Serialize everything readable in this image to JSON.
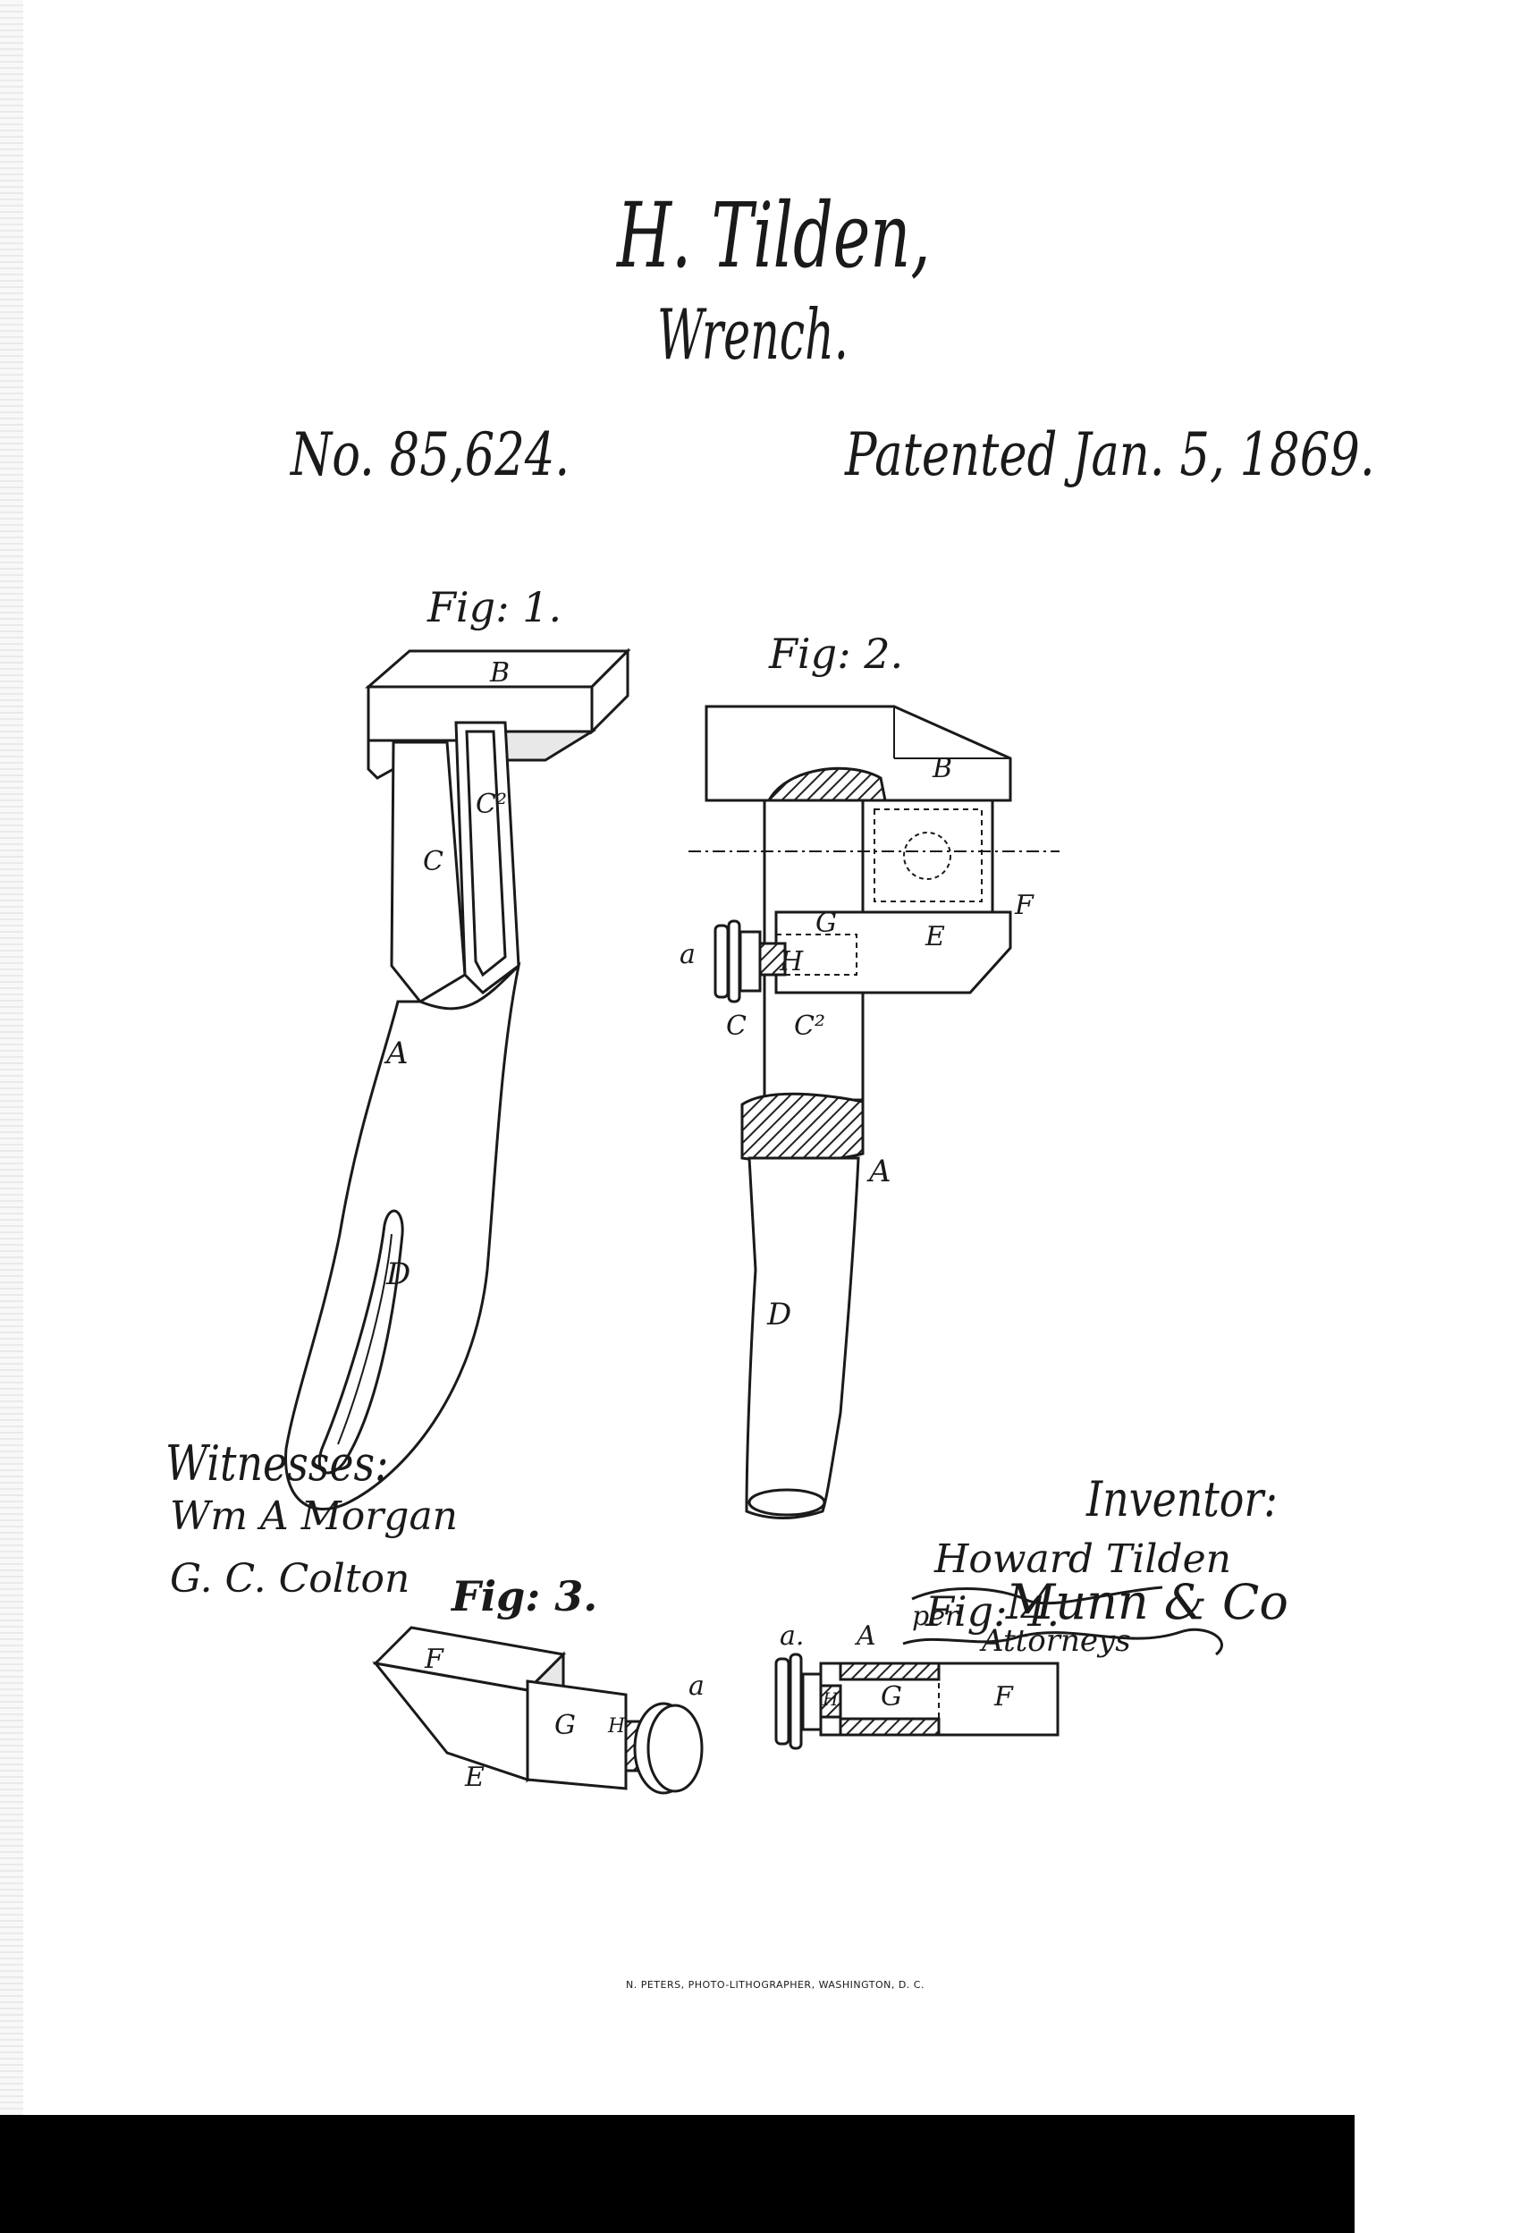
{
  "header": {
    "inventor": "H. Tilden,",
    "subject": "Wrench.",
    "patent_number": "No. 85,624.",
    "patent_date": "Patented Jan. 5, 1869."
  },
  "figures": {
    "fig1": "Fig: 1.",
    "fig2": "Fig: 2.",
    "fig3": "Fig: 3.",
    "fig4": "Fig: 4."
  },
  "labels": {
    "fig1": {
      "B": "B",
      "C": "C",
      "C2": "C²",
      "A": "A",
      "D": "D"
    },
    "fig2": {
      "B": "B",
      "F": "F",
      "G": "G",
      "E": "E",
      "a": "a",
      "H": "H",
      "C": "C",
      "C2": "C²",
      "A": "A",
      "D": "D"
    },
    "fig3": {
      "F": "F",
      "G": "G",
      "H": "H",
      "a": "a",
      "E": "E"
    },
    "fig4": {
      "a": "a.",
      "A": "A",
      "H": "H",
      "G": "G",
      "F": "F"
    }
  },
  "witnesses": {
    "heading": "Witnesses:",
    "names": [
      "Wm A Morgan",
      "G. C. Colton"
    ]
  },
  "inventor_block": {
    "heading": "Inventor:",
    "name": "Howard Tilden",
    "per": "per",
    "attorney": "Munn & Co",
    "attorney_suffix": "Attorneys"
  },
  "printer_credit": "N. PETERS, PHOTO-LITHOGRAPHER, WASHINGTON, D. C.",
  "colors": {
    "ink": "#1a1a1a",
    "paper": "#ffffff",
    "scan_band": "#000000"
  }
}
